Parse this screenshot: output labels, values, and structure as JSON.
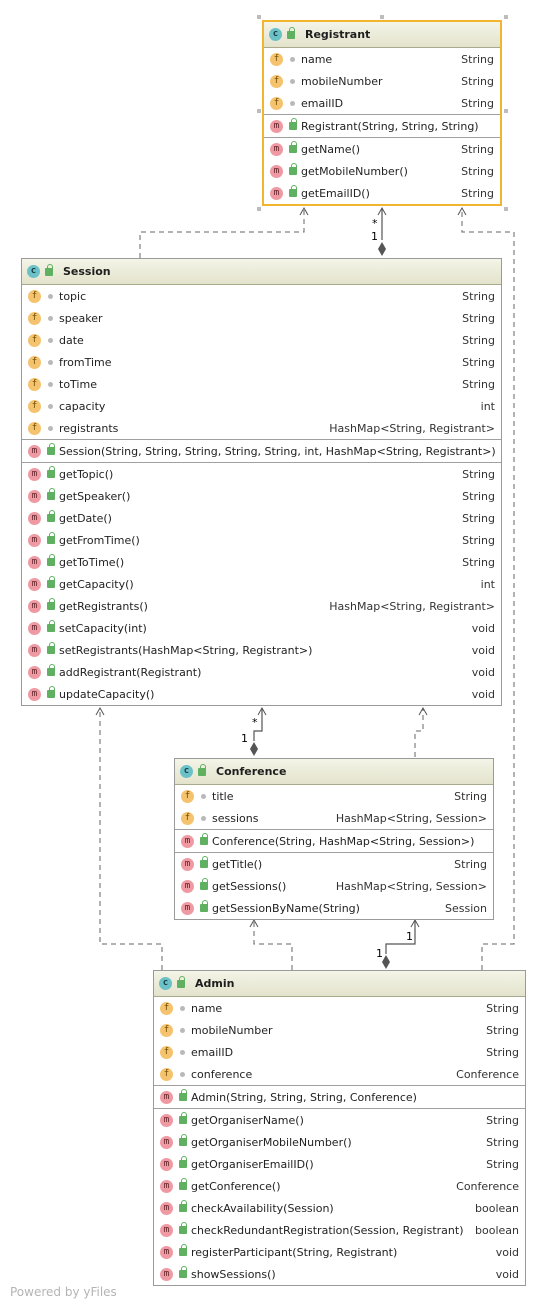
{
  "classes": {
    "registrant": {
      "name": "Registrant",
      "fields": [
        {
          "name": "name",
          "type": "String"
        },
        {
          "name": "mobileNumber",
          "type": "String"
        },
        {
          "name": "emailID",
          "type": "String"
        }
      ],
      "constructors": [
        {
          "name": "Registrant(String, String, String)",
          "type": ""
        }
      ],
      "methods": [
        {
          "name": "getName()",
          "type": "String"
        },
        {
          "name": "getMobileNumber()",
          "type": "String"
        },
        {
          "name": "getEmailID()",
          "type": "String"
        }
      ]
    },
    "session": {
      "name": "Session",
      "fields": [
        {
          "name": "topic",
          "type": "String"
        },
        {
          "name": "speaker",
          "type": "String"
        },
        {
          "name": "date",
          "type": "String"
        },
        {
          "name": "fromTime",
          "type": "String"
        },
        {
          "name": "toTime",
          "type": "String"
        },
        {
          "name": "capacity",
          "type": "int"
        },
        {
          "name": "registrants",
          "type": "HashMap<String, Registrant>"
        }
      ],
      "constructors": [
        {
          "name": "Session(String, String, String, String, String, int, HashMap<String, Registrant>)",
          "type": ""
        }
      ],
      "methods": [
        {
          "name": "getTopic()",
          "type": "String"
        },
        {
          "name": "getSpeaker()",
          "type": "String"
        },
        {
          "name": "getDate()",
          "type": "String"
        },
        {
          "name": "getFromTime()",
          "type": "String"
        },
        {
          "name": "getToTime()",
          "type": "String"
        },
        {
          "name": "getCapacity()",
          "type": "int"
        },
        {
          "name": "getRegistrants()",
          "type": "HashMap<String, Registrant>"
        },
        {
          "name": "setCapacity(int)",
          "type": "void"
        },
        {
          "name": "setRegistrants(HashMap<String, Registrant>)",
          "type": "void"
        },
        {
          "name": "addRegistrant(Registrant)",
          "type": "void"
        },
        {
          "name": "updateCapacity()",
          "type": "void"
        }
      ]
    },
    "conference": {
      "name": "Conference",
      "fields": [
        {
          "name": "title",
          "type": "String"
        },
        {
          "name": "sessions",
          "type": "HashMap<String, Session>"
        }
      ],
      "constructors": [
        {
          "name": "Conference(String, HashMap<String, Session>)",
          "type": ""
        }
      ],
      "methods": [
        {
          "name": "getTitle()",
          "type": "String"
        },
        {
          "name": "getSessions()",
          "type": "HashMap<String, Session>"
        },
        {
          "name": "getSessionByName(String)",
          "type": "Session"
        }
      ]
    },
    "admin": {
      "name": "Admin",
      "fields": [
        {
          "name": "name",
          "type": "String"
        },
        {
          "name": "mobileNumber",
          "type": "String"
        },
        {
          "name": "emailID",
          "type": "String"
        },
        {
          "name": "conference",
          "type": "Conference"
        }
      ],
      "constructors": [
        {
          "name": "Admin(String, String, String, Conference)",
          "type": ""
        }
      ],
      "methods": [
        {
          "name": "getOrganiserName()",
          "type": "String"
        },
        {
          "name": "getOrganiserMobileNumber()",
          "type": "String"
        },
        {
          "name": "getOrganiserEmailID()",
          "type": "String"
        },
        {
          "name": "getConference()",
          "type": "Conference"
        },
        {
          "name": "checkAvailability(Session)",
          "type": "boolean"
        },
        {
          "name": "checkRedundantRegistration(Session, Registrant)",
          "type": "boolean"
        },
        {
          "name": "registerParticipant(String, Registrant)",
          "type": "void"
        },
        {
          "name": "showSessions()",
          "type": "void"
        }
      ]
    }
  },
  "multiplicities": {
    "session_registrant": {
      "target": "*",
      "source": "1"
    },
    "conference_session": {
      "target": "*",
      "source": "1"
    },
    "admin_conference": {
      "target": "1",
      "source": "1"
    }
  },
  "icons": {
    "class": "c",
    "field": "f",
    "method": "m"
  },
  "colors": {
    "selection": "#f2b530",
    "header_top": "#f4f4e8",
    "header_bottom": "#e3e3cc",
    "field_icon": "#f5c36d",
    "method_icon": "#ef9aa2",
    "class_icon": "#6cc1c8"
  },
  "footer": "Powered by yFiles"
}
